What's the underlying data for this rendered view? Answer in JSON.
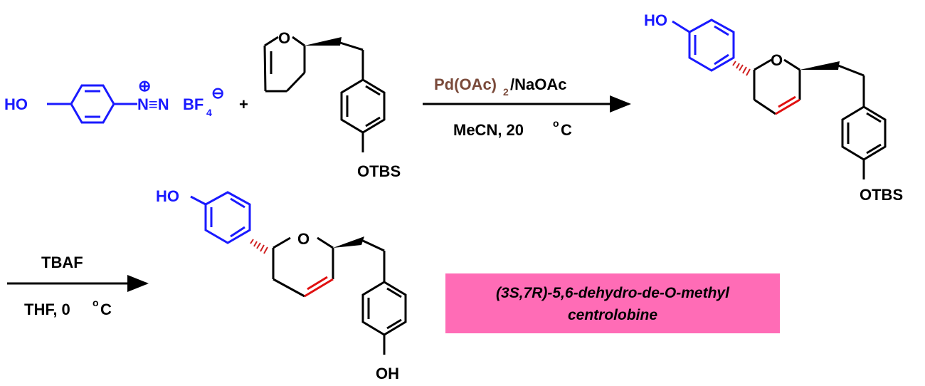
{
  "reagent1": {
    "hydroxy": "HO",
    "diazo": "N≡N",
    "counterion": "BF",
    "counterion_subscript": "4",
    "plus_charge": "⊕",
    "minus_charge": "⊖"
  },
  "plus_sign": "+",
  "reagent2": {
    "ring_oxygen": "O",
    "silyl_ether": "OTBS"
  },
  "step1": {
    "catalyst": "Pd(OAc)",
    "catalyst_subscript": "2",
    "base": "/NaOAc",
    "conditions": "MeCN, 20 ",
    "degree": "o",
    "unit": "C"
  },
  "product1": {
    "hydroxy": "HO",
    "ring_oxygen": "O",
    "silyl_ether": "OTBS"
  },
  "step2": {
    "reagent": "TBAF",
    "conditions": "THF, 0 ",
    "degree": "o",
    "unit": "C"
  },
  "product2": {
    "hydroxy": "HO",
    "ring_oxygen": "O",
    "phenol": "OH"
  },
  "target_box": {
    "line1": "(3S,7R)-5,6-dehydro-de-O-methyl",
    "line2": "centrolobine"
  },
  "colors": {
    "arene_highlight": "#1a1aff",
    "new_double_bond": "#e01010",
    "catalyst_text": "#7a4a3a",
    "box_fill": "#ff6cb6",
    "bond": "#000000"
  }
}
